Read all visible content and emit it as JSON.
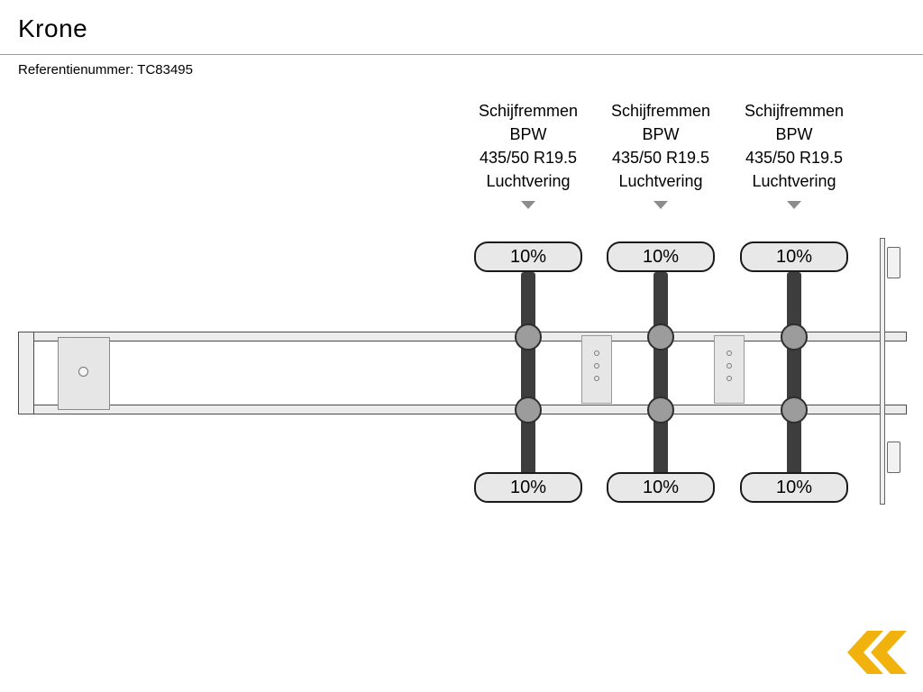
{
  "header": {
    "title": "Krone",
    "reference": "Referentienummer: TC83495"
  },
  "axles": [
    {
      "brake_type": "Schijfremmen",
      "axle_brand": "BPW",
      "tire_size": "435/50 R19.5",
      "suspension": "Luchtvering",
      "tire_wear_top": "10%",
      "tire_wear_bottom": "10%"
    },
    {
      "brake_type": "Schijfremmen",
      "axle_brand": "BPW",
      "tire_size": "435/50 R19.5",
      "suspension": "Luchtvering",
      "tire_wear_top": "10%",
      "tire_wear_bottom": "10%"
    },
    {
      "brake_type": "Schijfremmen",
      "axle_brand": "BPW",
      "tire_size": "435/50 R19.5",
      "suspension": "Luchtvering",
      "tire_wear_top": "10%",
      "tire_wear_bottom": "10%"
    }
  ],
  "logo": {
    "icon": "double-chevron-left",
    "color": "#F2B20D"
  }
}
